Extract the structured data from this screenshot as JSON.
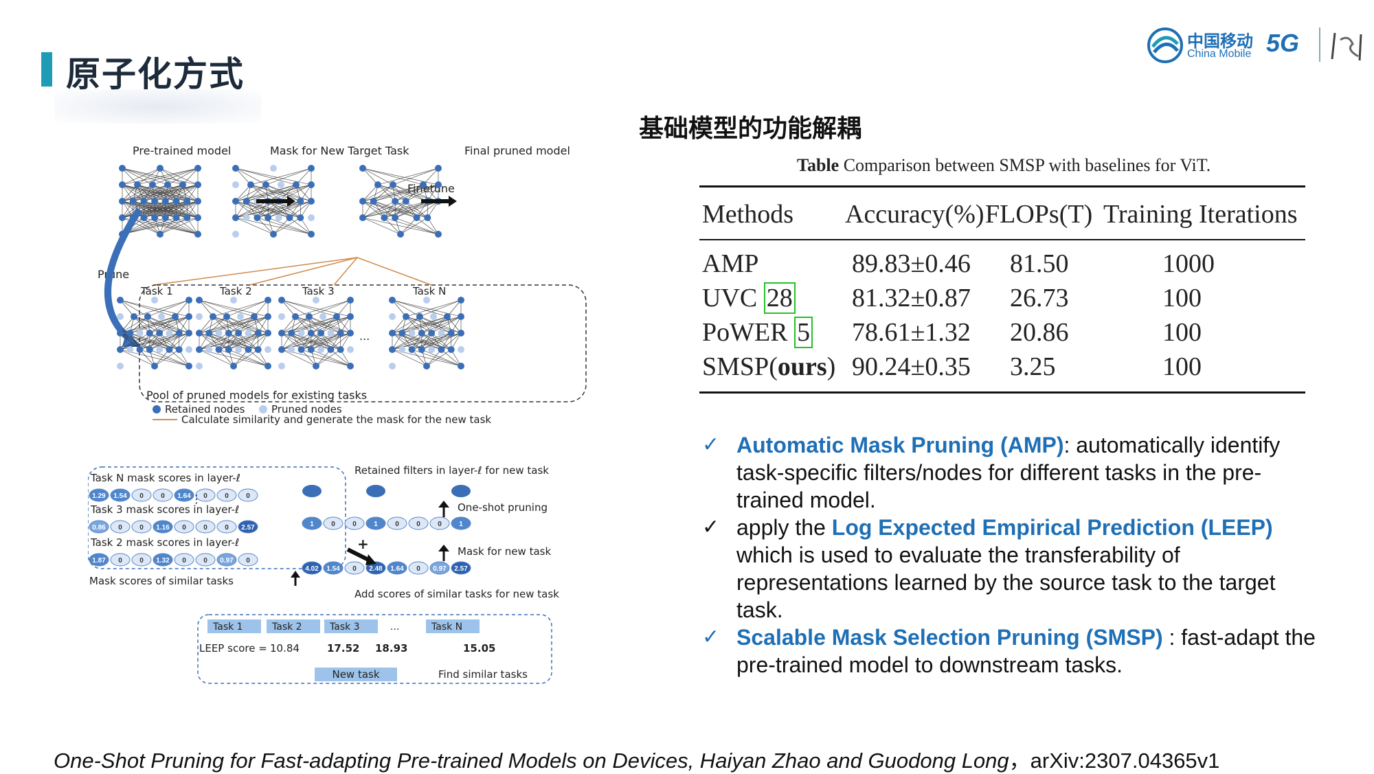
{
  "header": {
    "title": "原子化方式",
    "logo_cn": "中国移动",
    "logo_en": "China Mobile",
    "logo_5g": "5G"
  },
  "section_title": "基础模型的功能解耦",
  "figure": {
    "top_labels": [
      "Pre-trained model",
      "Mask for New Target Task",
      "Final pruned model"
    ],
    "finetune": "Finetune",
    "prune": "Prune",
    "tasks": [
      "Task 1",
      "Task 2",
      "Task 3",
      "Task N"
    ],
    "ellipsis": "...",
    "pool_label": "Pool of pruned models for existing tasks",
    "retained_label": "Retained nodes",
    "pruned_label": "Pruned nodes",
    "similarity_label": "Calculate similarity and generate the mask for the new task",
    "mask_blocks": [
      {
        "label": "Task N mask scores in layer-ℓ",
        "scores": [
          "1.29",
          "1.54",
          "0",
          "0",
          "1.64",
          "0",
          "0",
          "0"
        ]
      },
      {
        "label": "Task 3 mask scores in layer-ℓ",
        "scores": [
          "0.86",
          "0",
          "0",
          "1.16",
          "0",
          "0",
          "0",
          "2.57"
        ]
      },
      {
        "label": "Task 2 mask scores in layer-ℓ",
        "scores": [
          "1.87",
          "0",
          "0",
          "1.32",
          "0",
          "0",
          "0.97",
          "0"
        ]
      }
    ],
    "vdots": "⋮",
    "mask_scores_similar": "Mask scores of similar tasks",
    "retained_filters": "Retained filters in layer-ℓ for new task",
    "one_shot": "One-shot pruning",
    "new_mask": [
      "1",
      "0",
      "0",
      "1",
      "0",
      "0",
      "0",
      "1"
    ],
    "mask_new_task": "Mask for new task",
    "added_scores": [
      "4.02",
      "1.54",
      "0",
      "2.48",
      "1.64",
      "0",
      "0.97",
      "2.57"
    ],
    "add_scores_label": "Add scores of similar tasks for new task",
    "plus": "+",
    "leep_tasks": [
      "Task 1",
      "Task 2",
      "Task 3",
      "...",
      "Task N"
    ],
    "leep_label": "LEEP score =",
    "leep_values": [
      "10.84",
      "17.52",
      "18.93",
      "15.05"
    ],
    "new_task": "New task",
    "find_similar": "Find similar tasks"
  },
  "table": {
    "caption_bold": "Table",
    "caption_rest": "Comparison between SMSP with baselines for ViT.",
    "headers": [
      "Methods",
      "Accuracy(%)",
      "FLOPs(T)",
      "Training Iterations"
    ],
    "rows": [
      {
        "method": "AMP",
        "cite": "",
        "accuracy": "89.83±0.46",
        "flops": "81.50",
        "iters": "1000"
      },
      {
        "method": "UVC",
        "cite": "28",
        "accuracy": "81.32±0.87",
        "flops": "26.73",
        "iters": "100"
      },
      {
        "method": "PoWER",
        "cite": "5",
        "accuracy": "78.61±1.32",
        "flops": "20.86",
        "iters": "100"
      },
      {
        "method": "SMSP(",
        "method_bold": "ours",
        "method_end": ")",
        "cite": "",
        "accuracy": "90.24±0.35",
        "flops": "3.25",
        "iters": "100"
      }
    ]
  },
  "bullets": [
    {
      "check": "✓",
      "hl": "Automatic Mask Pruning (AMP)",
      "text": ": automatically identify task-specific filters/nodes for different tasks in the pre-trained model."
    },
    {
      "check": "✓",
      "pre": "apply the ",
      "hl": "Log Expected Empirical Prediction (LEEP)",
      "text": " which is used to evaluate the transferability of representations learned by the source task to the target task."
    },
    {
      "check": "✓",
      "hl": "Scalable Mask Selection Pruning (SMSP)",
      "text": " : fast-adapt the pre-trained model to downstream tasks."
    }
  ],
  "footer": {
    "citation_italic": "One-Shot Pruning for Fast-adapting Pre-trained Models on Devices, Haiyan Zhao and Guodong Long",
    "citation_rest": "，arXiv:2307.04365v1"
  },
  "colors": {
    "accent": "#1e9bb5",
    "blue": "#1e6fb5",
    "node_dark": "#3a6fb8",
    "node_light": "#b9cdec"
  }
}
